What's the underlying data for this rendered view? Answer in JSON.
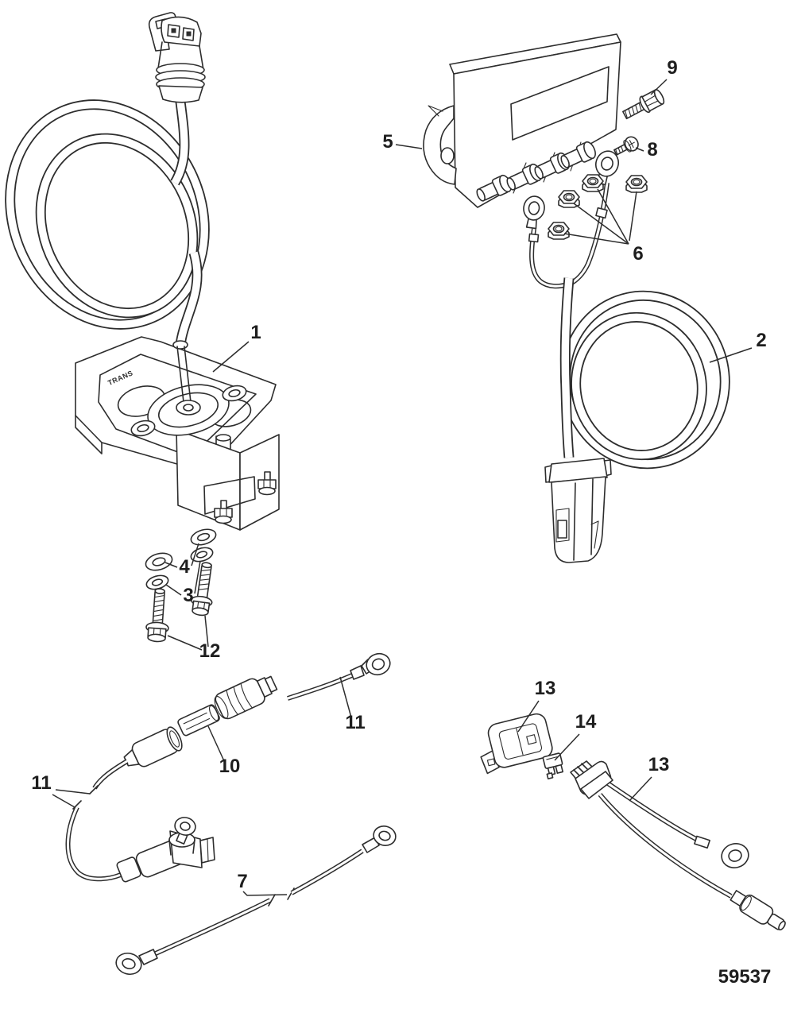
{
  "figure": {
    "drawing_number": "59537",
    "bracket_text": "TRANS"
  },
  "callouts": {
    "c1": "1",
    "c2": "2",
    "c3": "3",
    "c4": "4",
    "c5": "5",
    "c6": "6",
    "c7": "7",
    "c8": "8",
    "c9": "9",
    "c10": "10",
    "c11_left": "11",
    "c11_right": "11",
    "c12": "12",
    "c13_left": "13",
    "c13_right": "13",
    "c14": "14"
  }
}
